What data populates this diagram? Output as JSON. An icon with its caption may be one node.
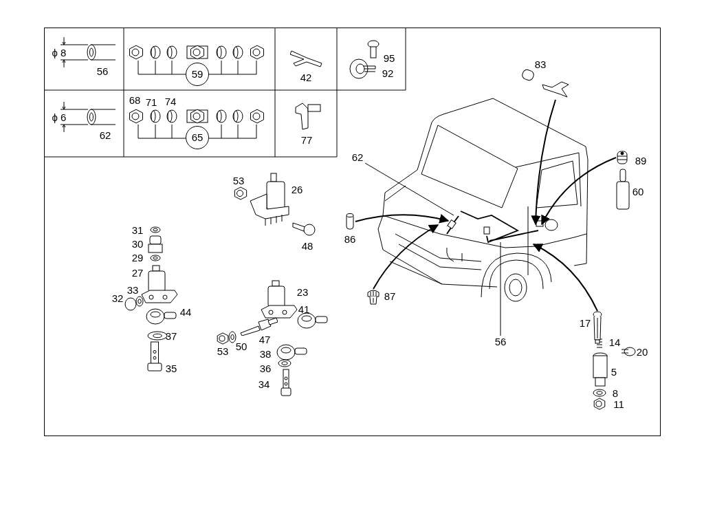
{
  "diagram": {
    "nodes": [
      {
        "text": [
          "59"
        ]
      },
      {
        "text": [
          "65"
        ]
      },
      {
        "text": [
          "62"
        ]
      },
      {
        "text": [
          "56"
        ]
      },
      {
        "text": [],
        "shape": "picture",
        "beside": [
          "86"
        ]
      },
      {
        "text": [],
        "shape": "picture",
        "beside": [
          "87"
        ]
      },
      {
        "text": [],
        "shape": "picture",
        "beside": [
          "83"
        ]
      },
      {
        "text": [],
        "shape": "picture",
        "beside": [
          "89"
        ]
      },
      {
        "text": [],
        "shape": "picture",
        "beside": [
          "17"
        ]
      }
    ],
    "edges": [
      {
        "from": 2,
        "to": null,
        "arrow": "none"
      },
      {
        "from": 3,
        "to": null,
        "arrow": "none"
      },
      {
        "from": 4,
        "to": null,
        "arrow": "to"
      },
      {
        "from": 5,
        "to": null,
        "arrow": "to"
      },
      {
        "from": 6,
        "to": null,
        "arrow": "to"
      },
      {
        "from": 7,
        "to": null,
        "arrow": "to"
      },
      {
        "from": 8,
        "to": null,
        "arrow": "to"
      }
    ],
    "labels": [
      "ϕ 8",
      "56",
      "42",
      "95",
      "92",
      "ϕ 6",
      "62",
      "68",
      "71",
      "74",
      "77",
      "53",
      "26",
      "48",
      "31",
      "30",
      "29",
      "27",
      "33",
      "32",
      "44",
      "37",
      "35",
      "23",
      "41",
      "53",
      "50",
      "47",
      "38",
      "36",
      "34",
      "60",
      "14",
      "20",
      "5",
      "8",
      "11"
    ]
  }
}
